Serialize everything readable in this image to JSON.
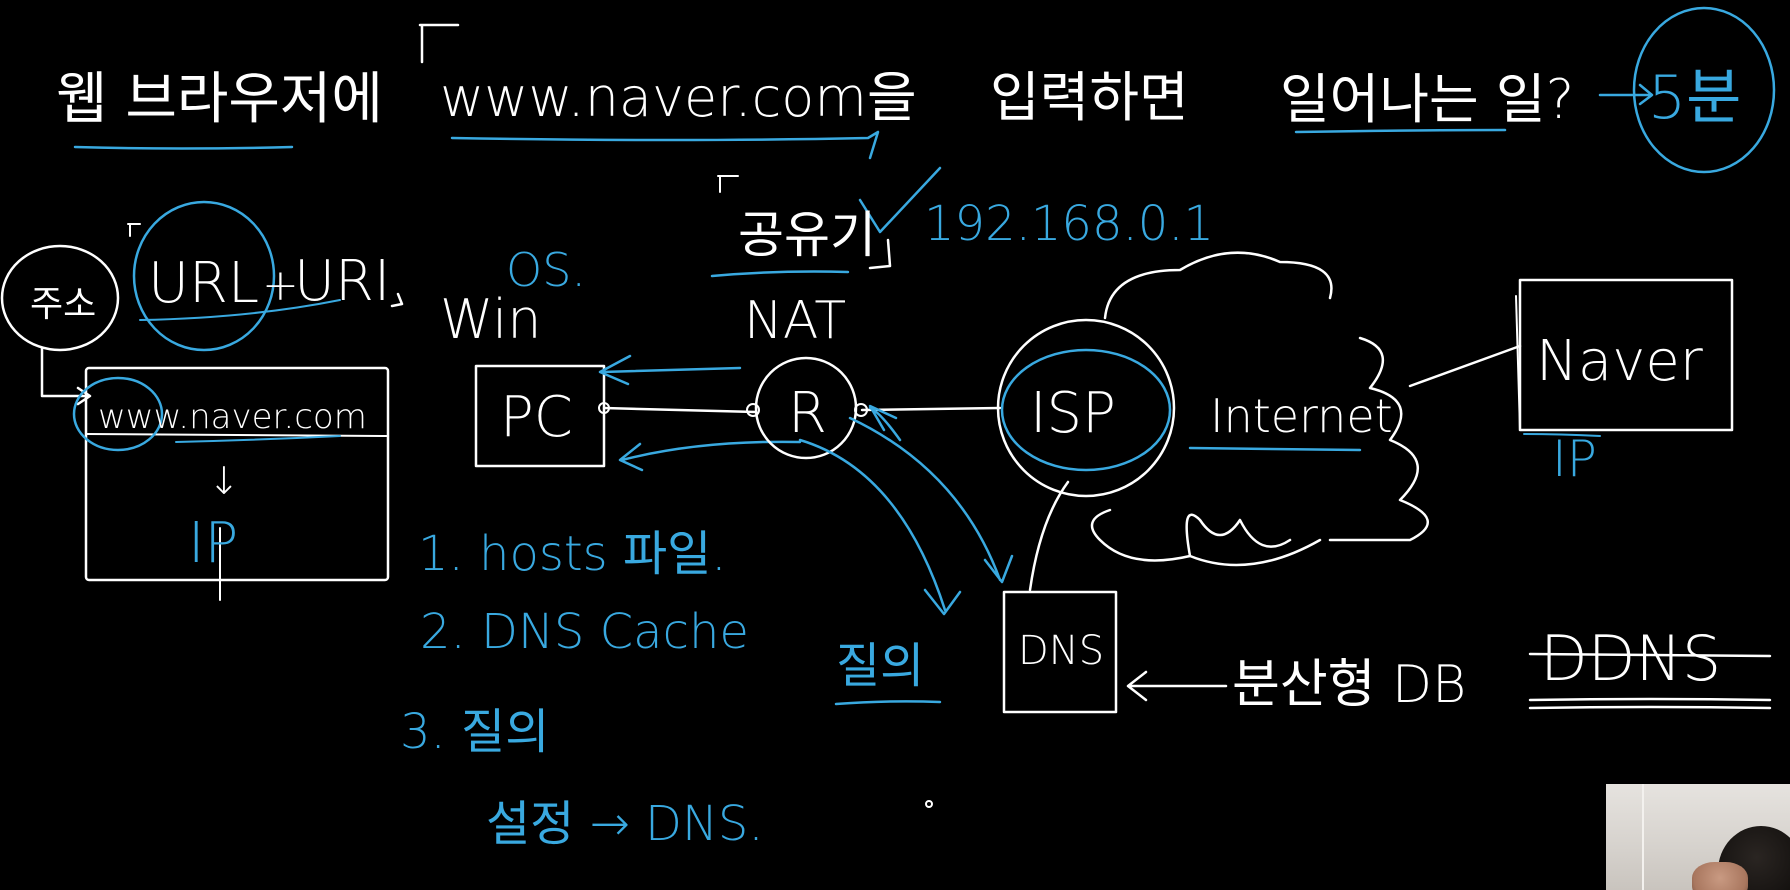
{
  "title": {
    "prefix": "웹 브라우저에",
    "url_phrase": "www.naver.com을",
    "verb": "입력하면",
    "suffix": "일어나는 일?",
    "time": "5분"
  },
  "browser_side": {
    "bracket_label": "주소",
    "url_label": "URL",
    "plus": "+",
    "uri_label": "URI",
    "address_text": "www.naver.com",
    "down_arrow": "↓",
    "ip_label": "IP"
  },
  "pc_node": {
    "os_label": "Win",
    "os_tag": "OS.",
    "box_label": "PC"
  },
  "router_node": {
    "name_label": "공유기",
    "nat_label": "NAT",
    "ip_label": "192.168.0.1",
    "box_label": "R"
  },
  "isp_node": {
    "box_label": "ISP"
  },
  "internet_label": "Internet",
  "naver_node": {
    "box_label": "Naver",
    "ip_label": "IP"
  },
  "dns_node": {
    "box_label": "DNS",
    "arrow": "←",
    "distributed_db": "분산형 DB",
    "ddns_label": "DDNS"
  },
  "query_label": "질의",
  "lookup_steps": [
    {
      "label": "1. hosts 파일."
    },
    {
      "label": "2. DNS Cache"
    },
    {
      "label": "3. 질의"
    }
  ],
  "setting_label": "설정 → DNS.",
  "colors": {
    "white_ink": "#ffffff",
    "blue_ink": "#39a9e0",
    "board": "#000000"
  }
}
